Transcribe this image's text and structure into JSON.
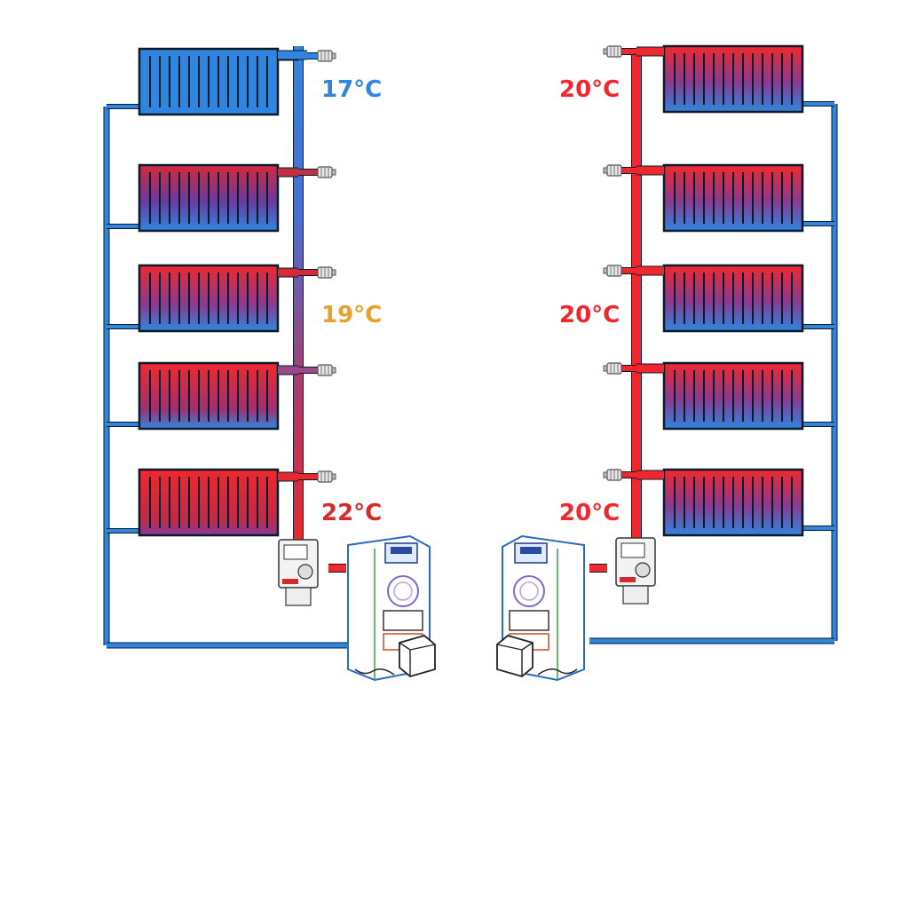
{
  "labels": {
    "left_top": "17°C",
    "left_middle": "19°C",
    "left_bottom": "22°C",
    "right_top": "20°C",
    "right_middle": "20°C",
    "right_bottom": "20°C"
  },
  "colors": {
    "cold": "#2f86de",
    "hot": "#f0282d",
    "mid": "#e8a02a",
    "warm": "#d42a2a",
    "outline": "#0a1a2a"
  },
  "systems": {
    "left": {
      "description_visible": false,
      "radiators": 5,
      "heat_fraction": [
        0.0,
        0.5,
        0.65,
        0.75,
        0.9
      ]
    },
    "right": {
      "radiators": 5,
      "heat_fraction": [
        0.7,
        0.7,
        0.7,
        0.7,
        0.7
      ]
    }
  }
}
